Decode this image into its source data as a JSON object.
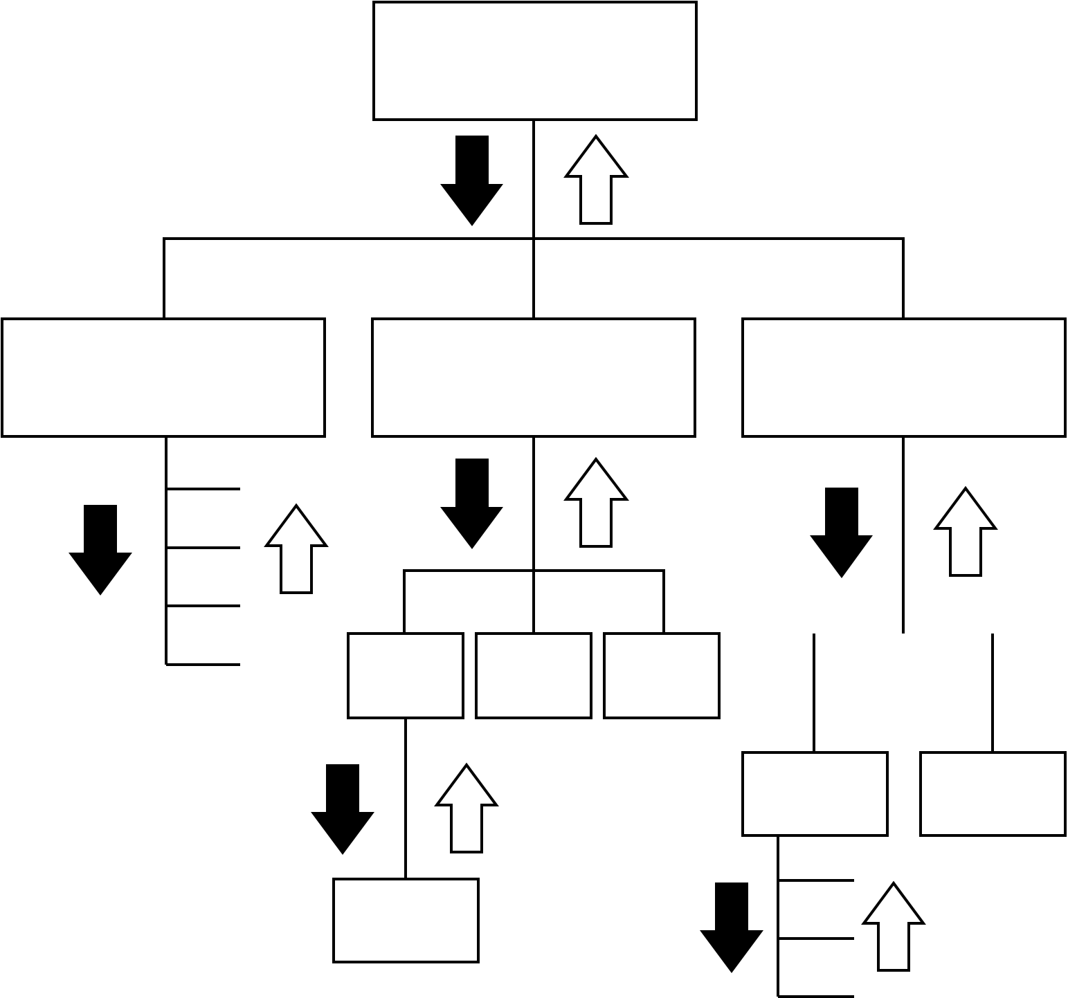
{
  "diagram": {
    "type": "hierarchy",
    "colors": {
      "stroke": "#000000",
      "fill": "#ffffff",
      "down_arrow": "#000000",
      "up_arrow_fill": "#ffffff"
    },
    "boxes": [
      {
        "id": "root",
        "label": ""
      },
      {
        "id": "level1-left",
        "label": ""
      },
      {
        "id": "level1-middle",
        "label": ""
      },
      {
        "id": "level1-right",
        "label": ""
      },
      {
        "id": "level2-middle-a",
        "label": ""
      },
      {
        "id": "level2-middle-b",
        "label": ""
      },
      {
        "id": "level2-middle-c",
        "label": ""
      },
      {
        "id": "level2-right-group",
        "label": ""
      },
      {
        "id": "level3-right-a",
        "label": ""
      },
      {
        "id": "level3-right-b",
        "label": ""
      },
      {
        "id": "level3-middle-a-child",
        "label": ""
      }
    ],
    "lists": [
      {
        "id": "level1-left-list",
        "item_count": 4
      },
      {
        "id": "level3-right-a-list",
        "item_count": 3
      }
    ],
    "arrow_pairs": [
      {
        "id": "root-to-level1",
        "down": "filled",
        "up": "outlined"
      },
      {
        "id": "level1-left-to-list",
        "down": "filled",
        "up": "outlined"
      },
      {
        "id": "level1-middle-to-level2",
        "down": "filled",
        "up": "outlined"
      },
      {
        "id": "level1-right-to-group",
        "down": "filled",
        "up": "outlined"
      },
      {
        "id": "level2-middle-a-to-child",
        "down": "filled",
        "up": "outlined"
      },
      {
        "id": "level3-right-a-to-list",
        "down": "filled",
        "up": "outlined"
      }
    ]
  }
}
